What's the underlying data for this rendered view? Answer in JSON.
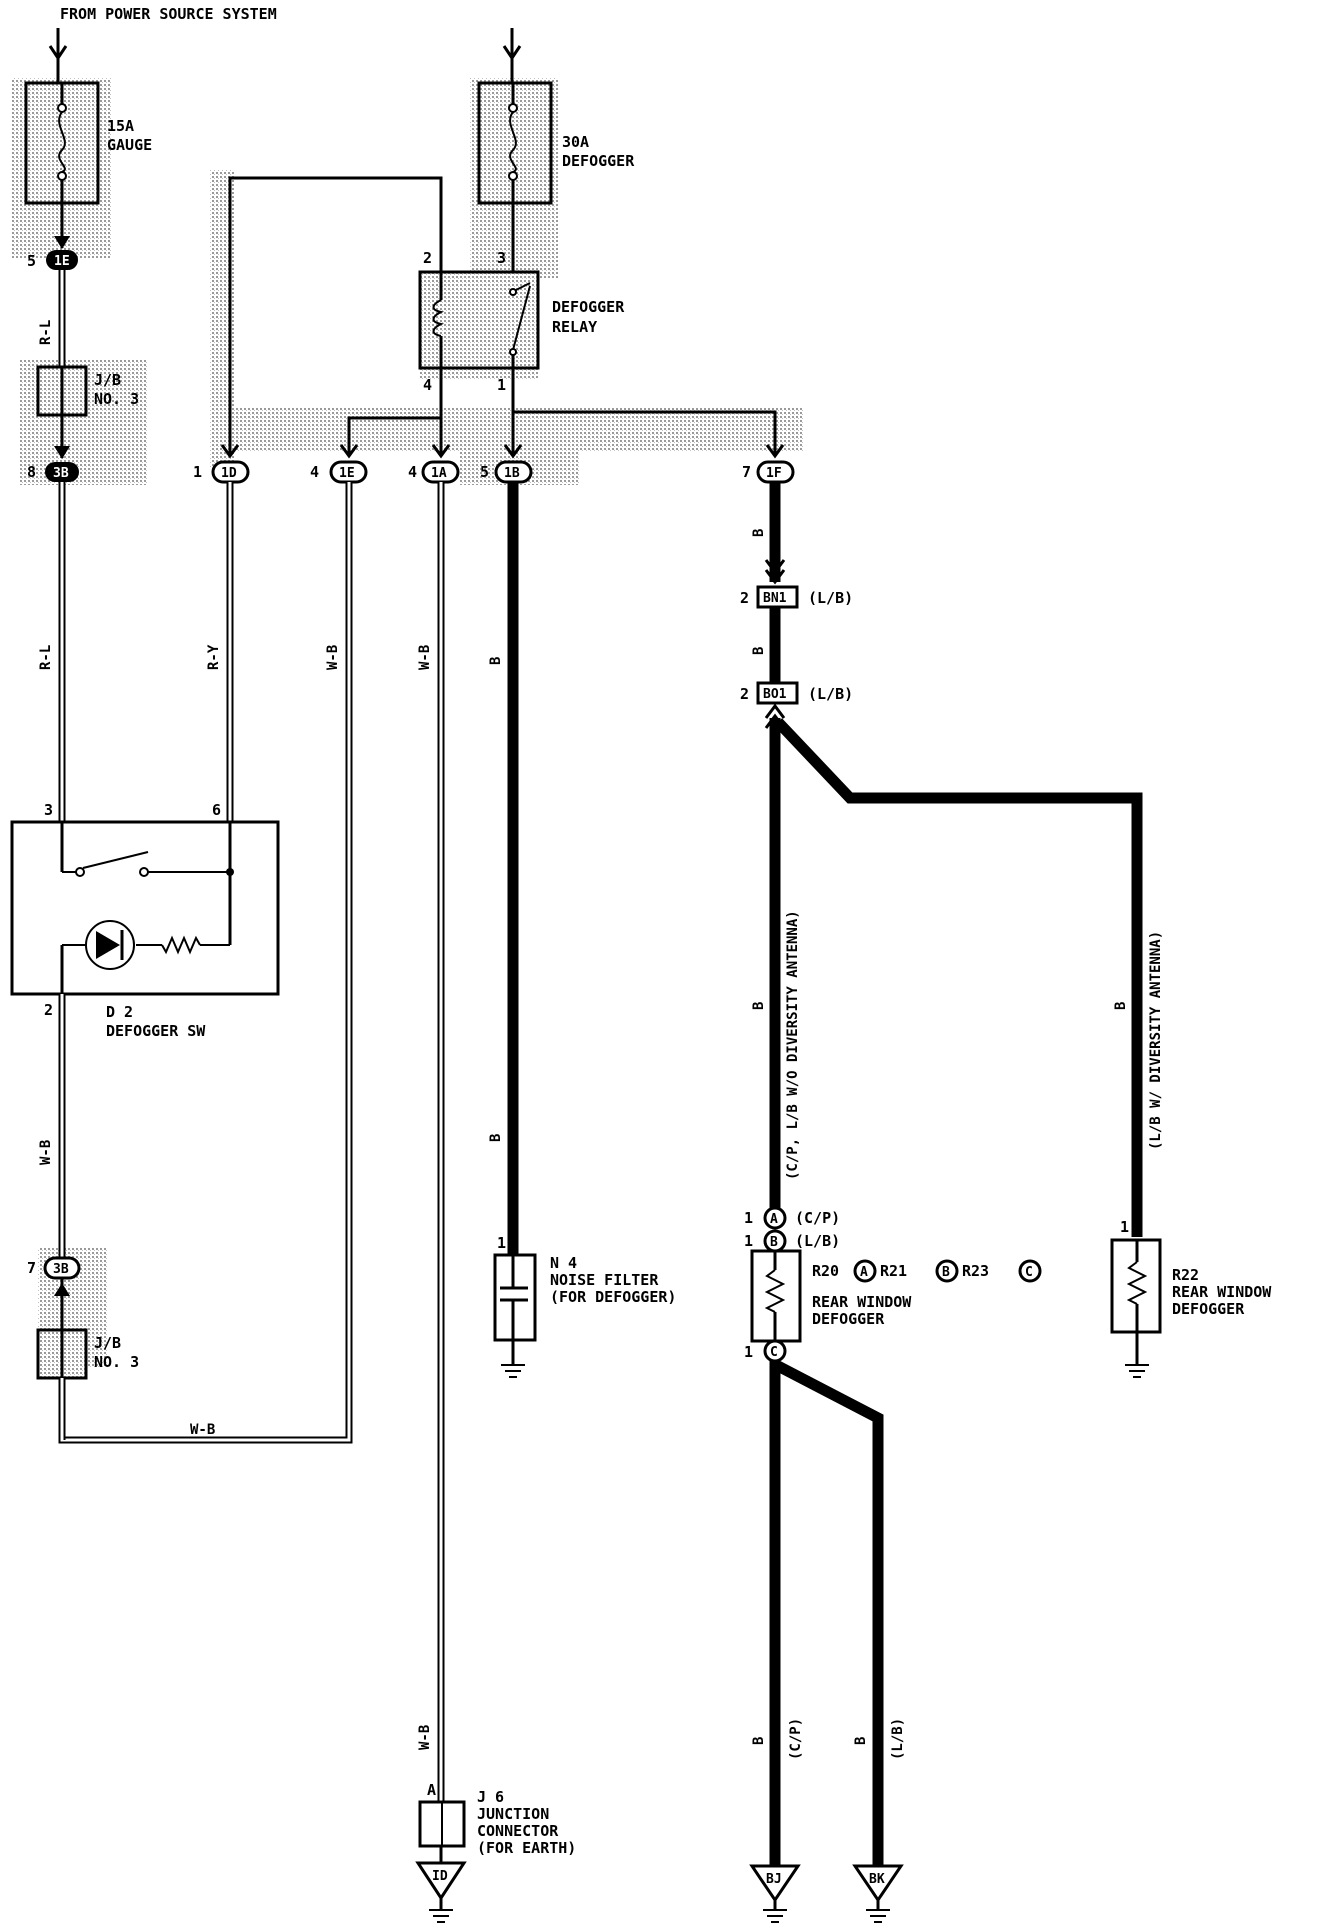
{
  "header": {
    "source": "FROM POWER SOURCE SYSTEM"
  },
  "fuses": [
    {
      "amps": "15A",
      "name": "GAUGE"
    },
    {
      "amps": "30A",
      "name": "DEFOGGER"
    }
  ],
  "relay": {
    "line1": "DEFOGGER",
    "line2": "RELAY",
    "pins": [
      "2",
      "3",
      "4",
      "1"
    ]
  },
  "junction_blocks": [
    {
      "line1": "J/B",
      "line2": "NO. 3"
    },
    {
      "line1": "J/B",
      "line2": "NO. 3"
    }
  ],
  "connectors": {
    "c1E_top": {
      "pin": "5",
      "id": "1E"
    },
    "c3B_top": {
      "pin": "8",
      "id": "3B"
    },
    "c1D": {
      "pin": "1",
      "id": "1D"
    },
    "c1E": {
      "pin": "4",
      "id": "1E"
    },
    "c1A": {
      "pin": "4",
      "id": "1A"
    },
    "c1B": {
      "pin": "5",
      "id": "1B"
    },
    "c1F": {
      "pin": "7",
      "id": "1F"
    },
    "c3B_bot": {
      "pin": "7",
      "id": "3B"
    }
  },
  "wire_colors": {
    "rl_top": "R-L",
    "rl_mid": "R-L",
    "ry": "R-Y",
    "wb_1e": "W-B",
    "wb_1a": "W-B",
    "b_1b": "B",
    "b_1f_a": "B",
    "b_1f_b": "B",
    "wb_sw": "W-B",
    "wb_loop": "W-B",
    "b_noise": "B",
    "b_left_ant": "B",
    "b_right_ant": "B",
    "wb_j6": "W-B",
    "b_bj": "B",
    "b_bk": "B"
  },
  "inline_connectors": [
    {
      "pin": "2",
      "id": "BN1",
      "variant": "(L/B)"
    },
    {
      "pin": "2",
      "id": "BO1",
      "variant": "(L/B)"
    }
  ],
  "switch": {
    "code": "D 2",
    "name": "DEFOGGER SW",
    "pins": [
      "3",
      "6",
      "2"
    ]
  },
  "noise_filter": {
    "pin": "1",
    "code": "N 4",
    "line1": "NOISE FILTER",
    "line2": "(FOR DEFOGGER)"
  },
  "rear_defogger": {
    "pinA": "1",
    "letterA": "A",
    "varA": "(C/P)",
    "pinB": "1",
    "letterB": "B",
    "varB": "(L/B)",
    "pinC": "1",
    "letterC": "C",
    "codes": [
      "R20",
      "R21",
      "R23"
    ],
    "line1": "REAR WINDOW",
    "line2": "DEFOGGER"
  },
  "r22": {
    "pin": "1",
    "code": "R22",
    "line1": "REAR WINDOW",
    "line2": "DEFOGGER"
  },
  "antenna_notes": {
    "left": "(C/P, L/B W/O DIVERSITY ANTENNA)",
    "right": "(L/B W/ DIVERSITY ANTENNA)"
  },
  "junction_connector": {
    "pin": "A",
    "code": "J 6",
    "line1": "JUNCTION",
    "line2": "CONNECTOR",
    "line3": "(FOR EARTH)"
  },
  "grounds": [
    "ID",
    "BJ",
    "BK"
  ],
  "ground_variants": {
    "bj": "(C/P)",
    "bk": "(L/B)"
  }
}
